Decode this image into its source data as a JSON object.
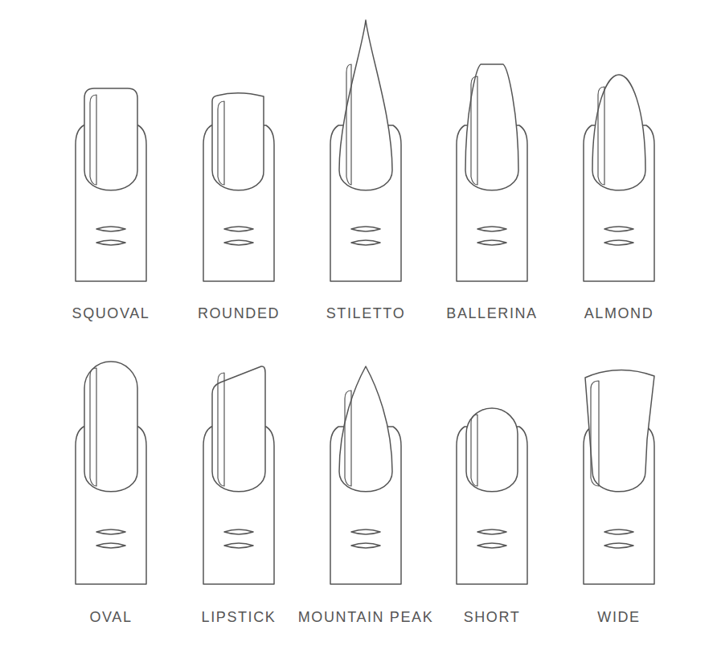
{
  "diagram": {
    "labels": [
      "SQUOVAL",
      "ROUNDED",
      "STILETTO",
      "BALLERINA",
      "ALMOND",
      "OVAL",
      "LIPSTICK",
      "MOUNTAIN PEAK",
      "SHORT",
      "WIDE"
    ]
  }
}
